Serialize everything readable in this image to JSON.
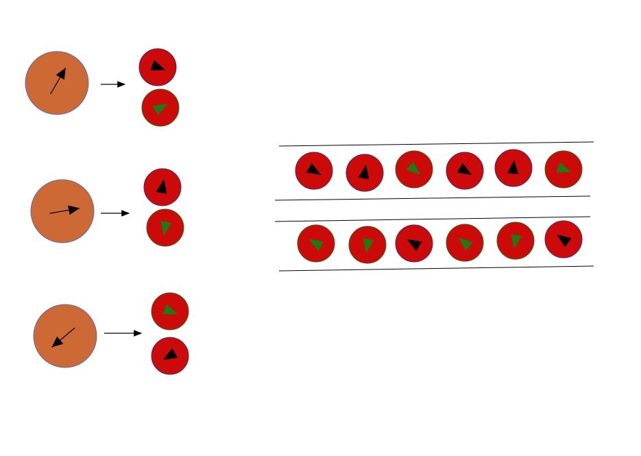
{
  "colors": {
    "background": "#ffffff",
    "big_circle_fill": "#cd6934",
    "big_circle_stroke": "#5b6cae",
    "small_circle_fill": "#cc0a0a",
    "small_circle_stroke_dark": "#4a2a6b",
    "small_circle_stroke_green": "#2c6a1e",
    "pointer_black": "#000000",
    "pointer_green": "#1e7a14",
    "line": "#000000"
  },
  "splits": [
    {
      "big_circle": {
        "arrow_angle_deg": -60
      },
      "outputs": [
        {
          "pointer_color": "black",
          "pointer_angle_deg": 20
        },
        {
          "pointer_color": "green",
          "pointer_angle_deg": -30
        }
      ]
    },
    {
      "big_circle": {
        "arrow_angle_deg": -10
      },
      "outputs": [
        {
          "pointer_color": "black",
          "pointer_angle_deg": -80
        },
        {
          "pointer_color": "green",
          "pointer_angle_deg": 100
        }
      ]
    },
    {
      "big_circle": {
        "arrow_angle_deg": 140
      },
      "outputs": [
        {
          "pointer_color": "green",
          "pointer_angle_deg": 20
        },
        {
          "pointer_color": "black",
          "pointer_angle_deg": 150
        }
      ]
    }
  ],
  "channels": [
    {
      "items": [
        {
          "pointer_color": "black",
          "pointer_angle_deg": 30
        },
        {
          "pointer_color": "black",
          "pointer_angle_deg": -80
        },
        {
          "pointer_color": "green",
          "pointer_angle_deg": 40
        },
        {
          "pointer_color": "black",
          "pointer_angle_deg": 30
        },
        {
          "pointer_color": "black",
          "pointer_angle_deg": -85
        },
        {
          "pointer_color": "green",
          "pointer_angle_deg": 20
        }
      ]
    },
    {
      "items": [
        {
          "pointer_color": "green",
          "pointer_angle_deg": -150
        },
        {
          "pointer_color": "green",
          "pointer_angle_deg": 100
        },
        {
          "pointer_color": "black",
          "pointer_angle_deg": -150
        },
        {
          "pointer_color": "green",
          "pointer_angle_deg": -140
        },
        {
          "pointer_color": "green",
          "pointer_angle_deg": 100
        },
        {
          "pointer_color": "black",
          "pointer_angle_deg": -145
        }
      ]
    }
  ]
}
